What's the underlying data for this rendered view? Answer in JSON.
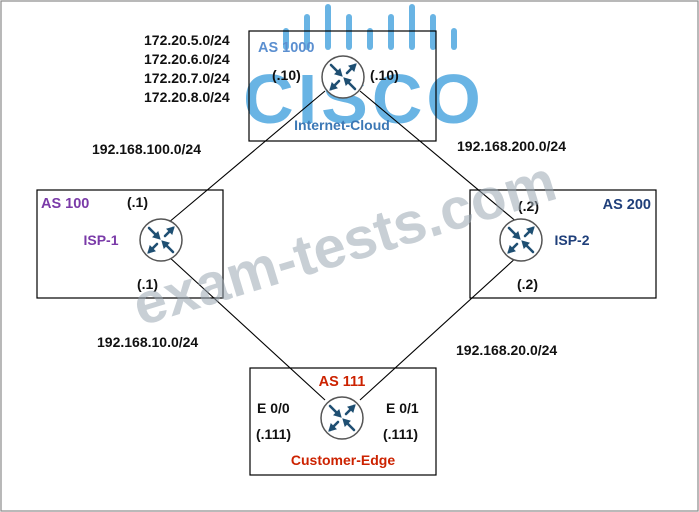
{
  "colors": {
    "line": "#000000",
    "router_fill": "#ffffff",
    "router_stroke": "#555555",
    "arrow": "#1f4f72",
    "as_1000": "#5b8fd0",
    "as_100": "#7a3aa8",
    "as_200": "#1f3f7a",
    "as_111": "#cc2200",
    "watermark": "#9aa7b3",
    "cisco_logo": "#4fa8e0"
  },
  "watermark": {
    "text": "exam-tests.com"
  },
  "logo": {
    "text": "CISCO"
  },
  "boxes": {
    "as1000": {
      "label": "AS 1000",
      "router_name": "Internet-Cloud"
    },
    "as100": {
      "label": "AS 100",
      "router_name": "ISP-1"
    },
    "as200": {
      "label": "AS 200",
      "router_name": "ISP-2"
    },
    "as111": {
      "label": "AS 111",
      "router_name": "Customer-Edge"
    }
  },
  "prefixes": [
    "172.20.5.0/24",
    "172.20.6.0/24",
    "172.20.7.0/24",
    "172.20.8.0/24"
  ],
  "links": {
    "top_left": {
      "subnet": "192.168.100.0/24"
    },
    "top_right": {
      "subnet": "192.168.200.0/24"
    },
    "bottom_left": {
      "subnet": "192.168.10.0/24"
    },
    "bottom_right": {
      "subnet": "192.168.20.0/24"
    }
  },
  "addresses": {
    "cloud_left": "(.10)",
    "cloud_right": "(.10)",
    "isp1_top": "(.1)",
    "isp1_bottom": "(.1)",
    "isp2_top": "(.2)",
    "isp2_bottom": "(.2)",
    "ce_left": "(.111)",
    "ce_right": "(.111)"
  },
  "interfaces": {
    "ce_left": "E 0/0",
    "ce_right": "E 0/1"
  }
}
